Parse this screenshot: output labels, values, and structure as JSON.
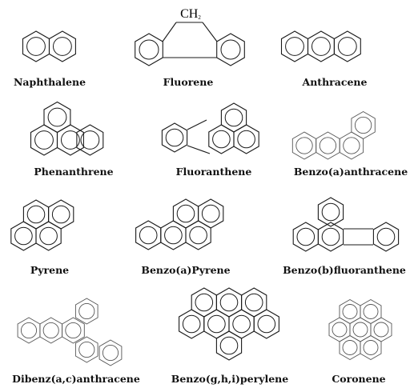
{
  "compounds": [
    {
      "name": "Naphthalene"
    },
    {
      "name": "Fluorene",
      "annotation": "CH",
      "annotation_sub": "2"
    },
    {
      "name": "Anthracene"
    },
    {
      "name": "Phenanthrene"
    },
    {
      "name": "Fluoranthene"
    },
    {
      "name": "Benzo(a)anthracene"
    },
    {
      "name": "Pyrene"
    },
    {
      "name": "Benzo(a)Pyrene"
    },
    {
      "name": "Benzo(b)fluoranthene"
    },
    {
      "name": "Dibenz(a,c)anthracene"
    },
    {
      "name": "Benzo(g,h,i)perylene"
    },
    {
      "name": "Coronene"
    }
  ]
}
